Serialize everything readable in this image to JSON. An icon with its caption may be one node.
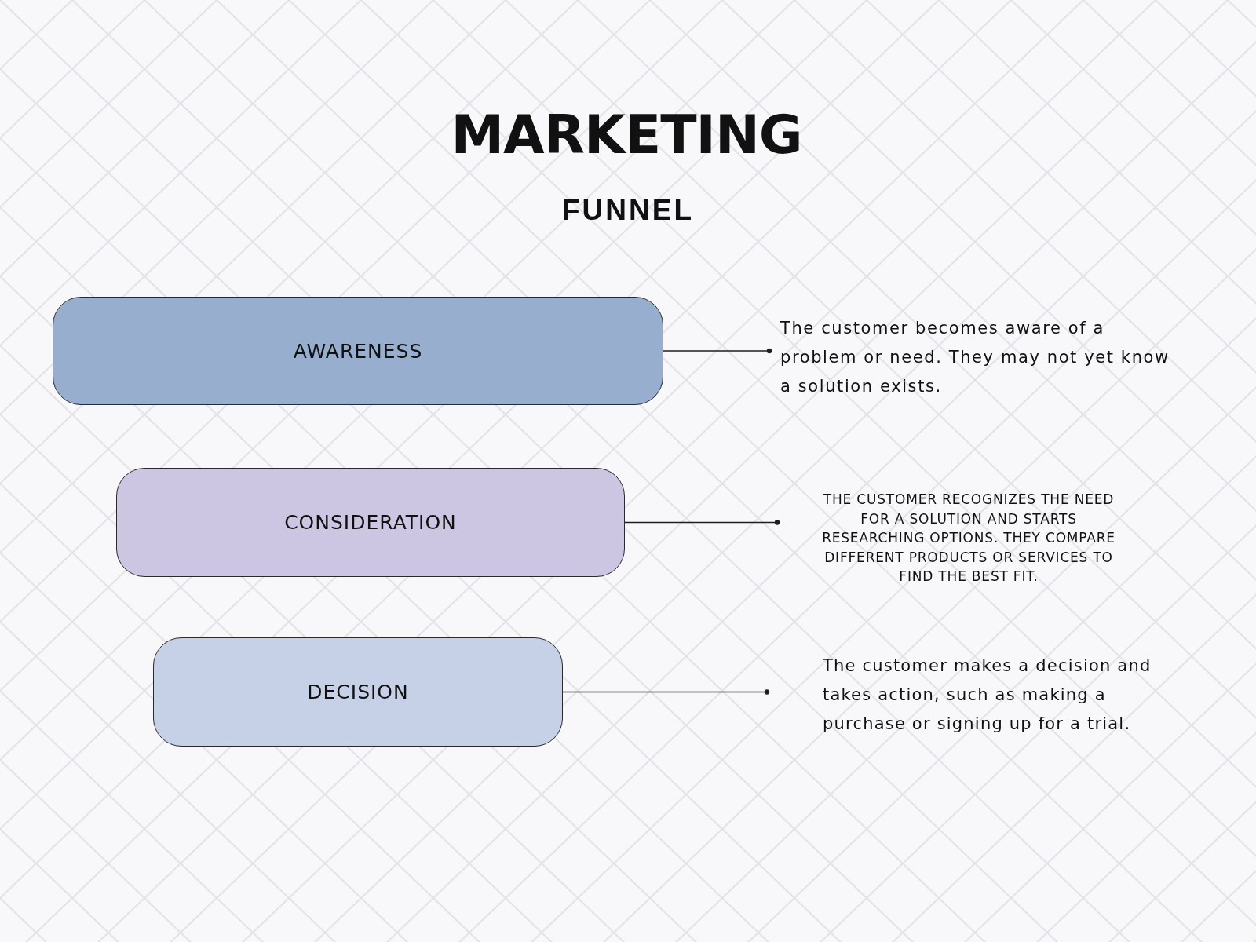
{
  "diagram": {
    "title": "MARKETING",
    "nodes": [
      {
        "text": [
          "AWARENESS"
        ]
      },
      {
        "text": [
          "The customer becomes aware of a problem or need. They may not yet know a solution exists."
        ]
      },
      {
        "text": [
          "CONSIDERATION"
        ]
      },
      {
        "text": [
          "THE CUSTOMER RECOGNIZES THE NEED FOR A SOLUTION AND STARTS RESEARCHING OPTIONS. THEY COMPARE DIFFERENT PRODUCTS OR SERVICES TO FIND THE BEST FIT."
        ]
      },
      {
        "text": [
          "DECISION"
        ]
      },
      {
        "text": [
          "The customer makes a decision and takes action, such as making a purchase or signing up for a trial."
        ]
      }
    ],
    "edges": [
      {
        "from": 0,
        "to": 1,
        "arrow": "other"
      },
      {
        "from": 2,
        "to": 3,
        "arrow": "other"
      },
      {
        "from": 4,
        "to": 5,
        "arrow": "other"
      }
    ],
    "labels": [
      "FUNNEL"
    ]
  }
}
